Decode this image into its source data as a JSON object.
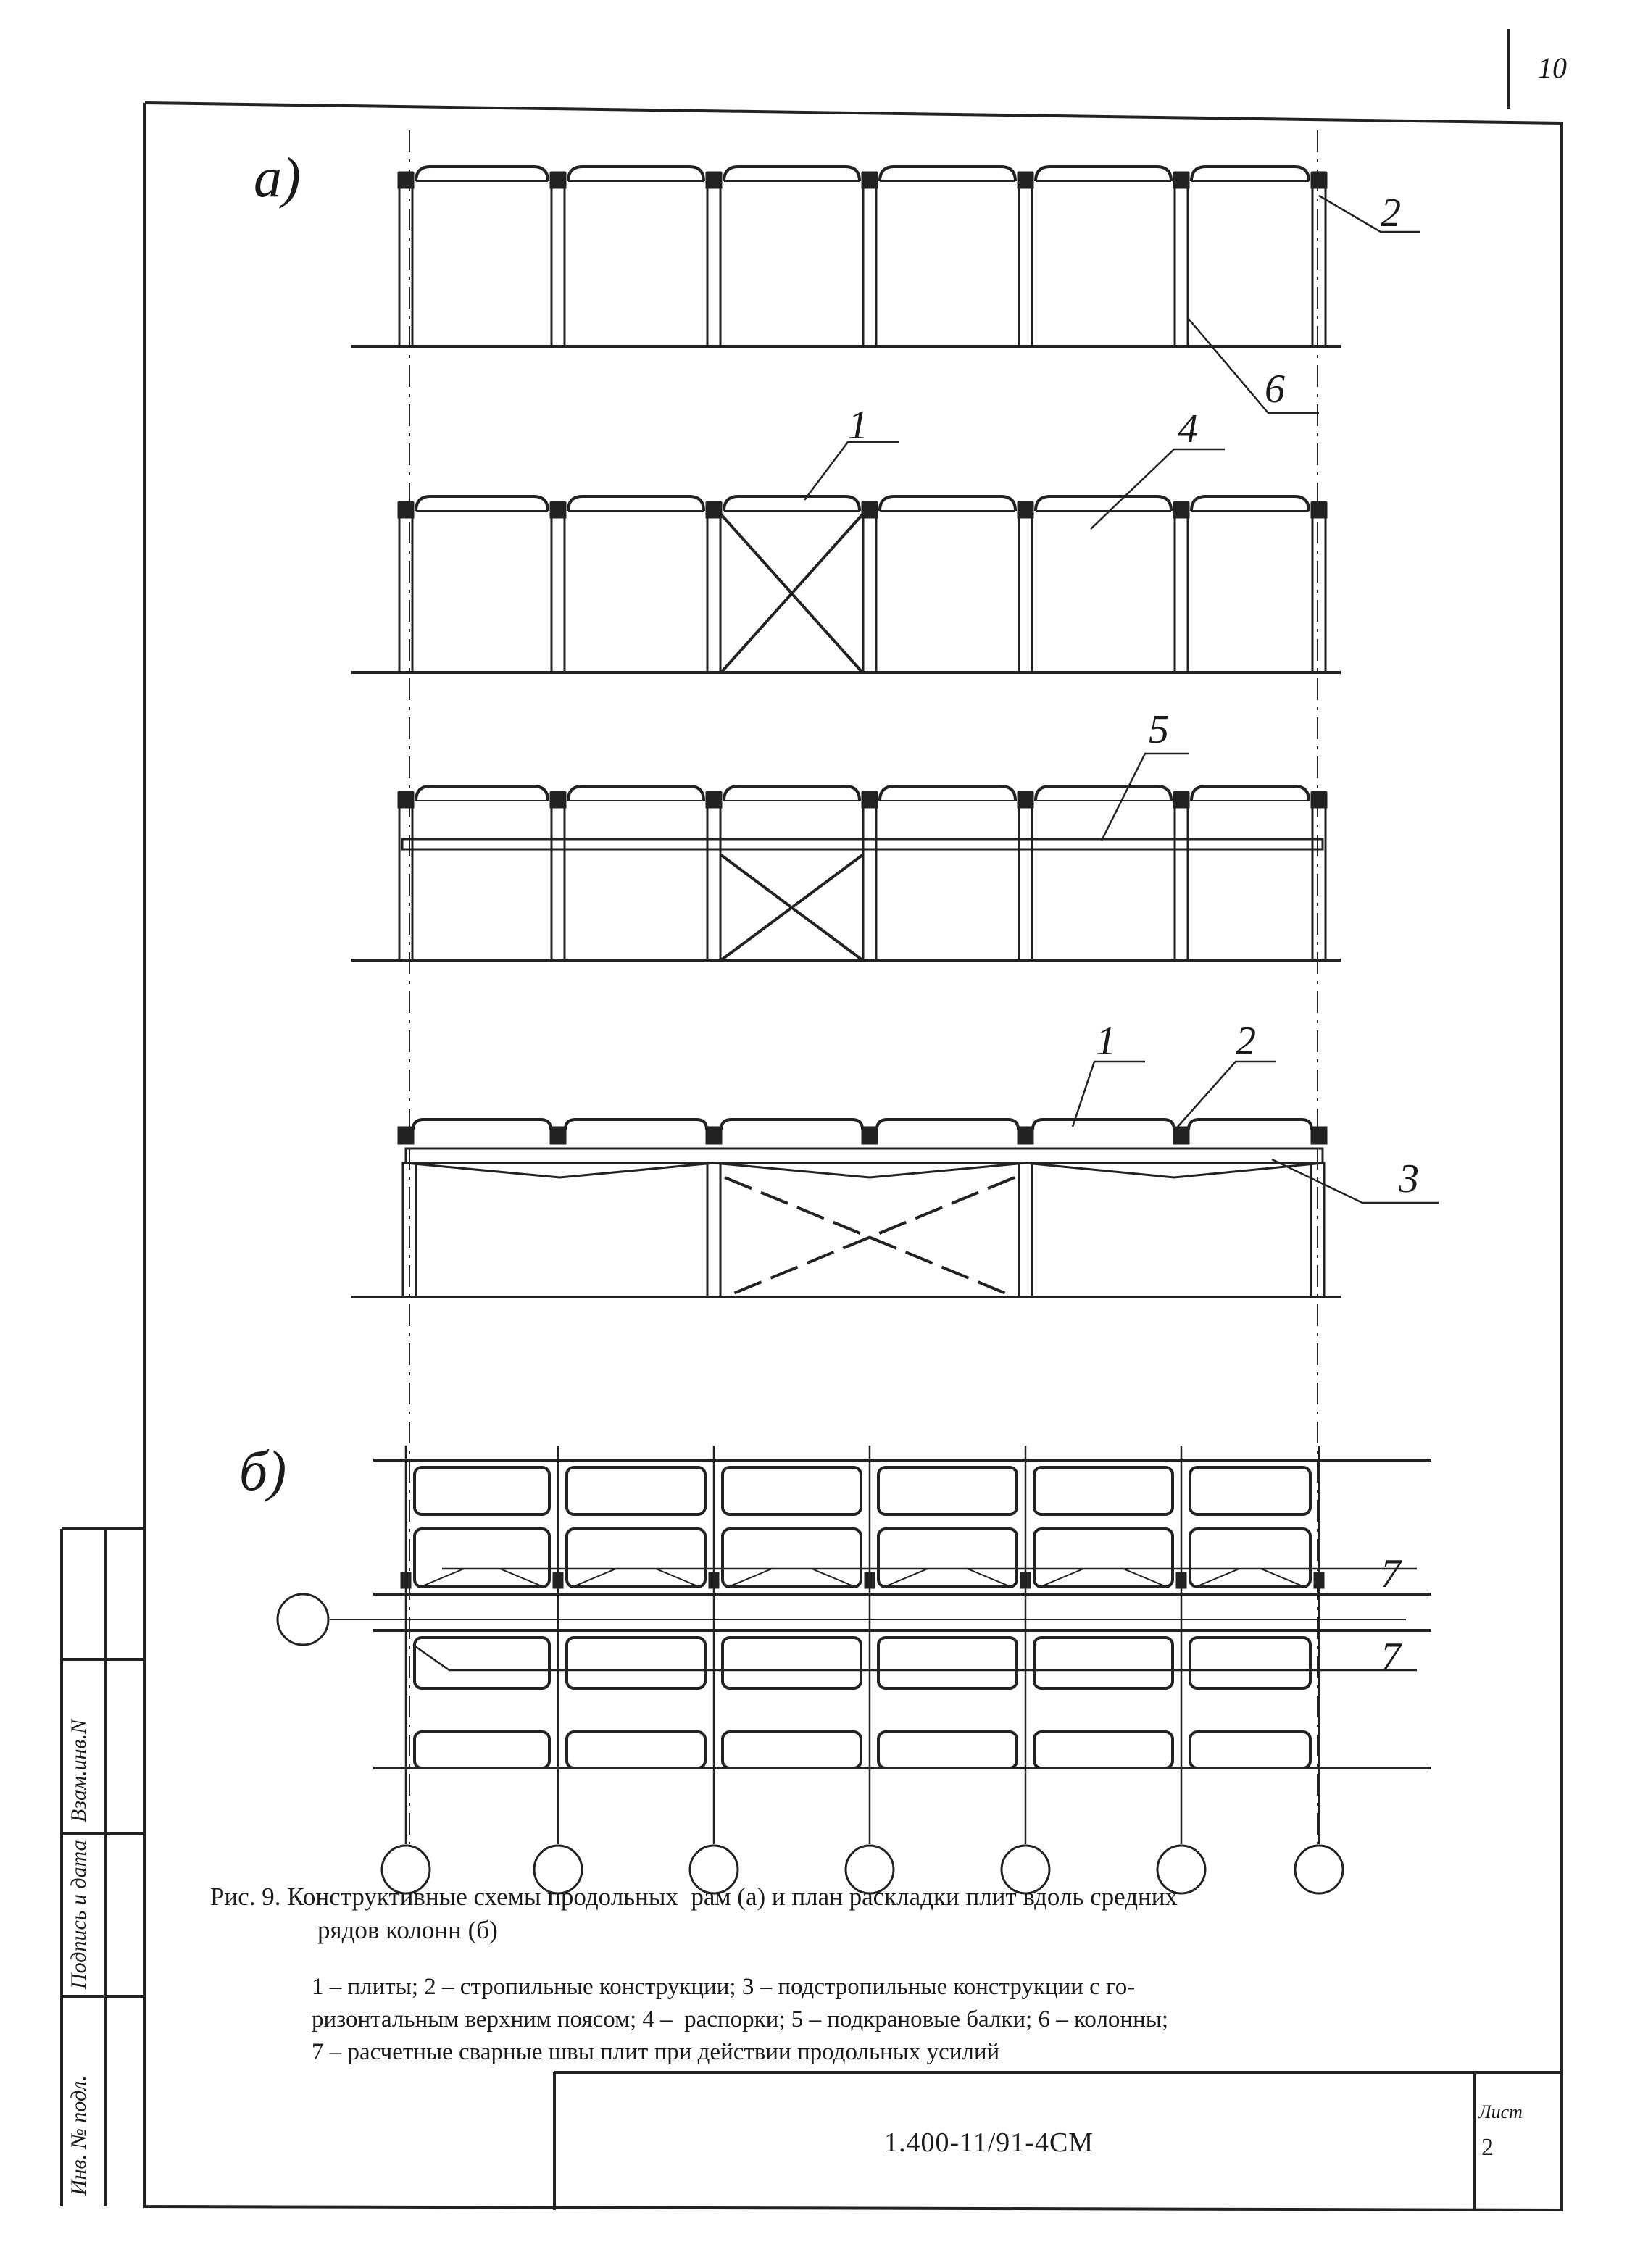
{
  "page_number": "10",
  "subfigure_labels": {
    "a": "а)",
    "b": "б)"
  },
  "callouts": {
    "row1": [
      "2",
      "6"
    ],
    "row2": [
      "1",
      "4"
    ],
    "row3": [
      "5"
    ],
    "row4": [
      "1",
      "2",
      "3"
    ],
    "plan": [
      "7",
      "7"
    ]
  },
  "caption": {
    "title_line1": "Рис. 9. Конструктивные схемы продольных  рам (а) и план раскладки плит вдоль средних",
    "title_line2": "рядов колонн (б)",
    "legend": [
      "1 – плиты; 2 – стропильные конструкции; 3 – подстропильные конструкции с го-",
      "ризонтальным верхним поясом; 4 –  распорки; 5 – подкрановые балки; 6 – колонны;",
      "7 – расчетные сварные швы плит при действии продольных усилий"
    ]
  },
  "title_block": {
    "doc_code": "1.400-11/91-4СМ",
    "sheet_label": "Лист",
    "sheet_number": "2"
  },
  "side_stamp": [
    "Инв. № подл.",
    "Подпись и дата",
    "Взам.инв.N"
  ]
}
